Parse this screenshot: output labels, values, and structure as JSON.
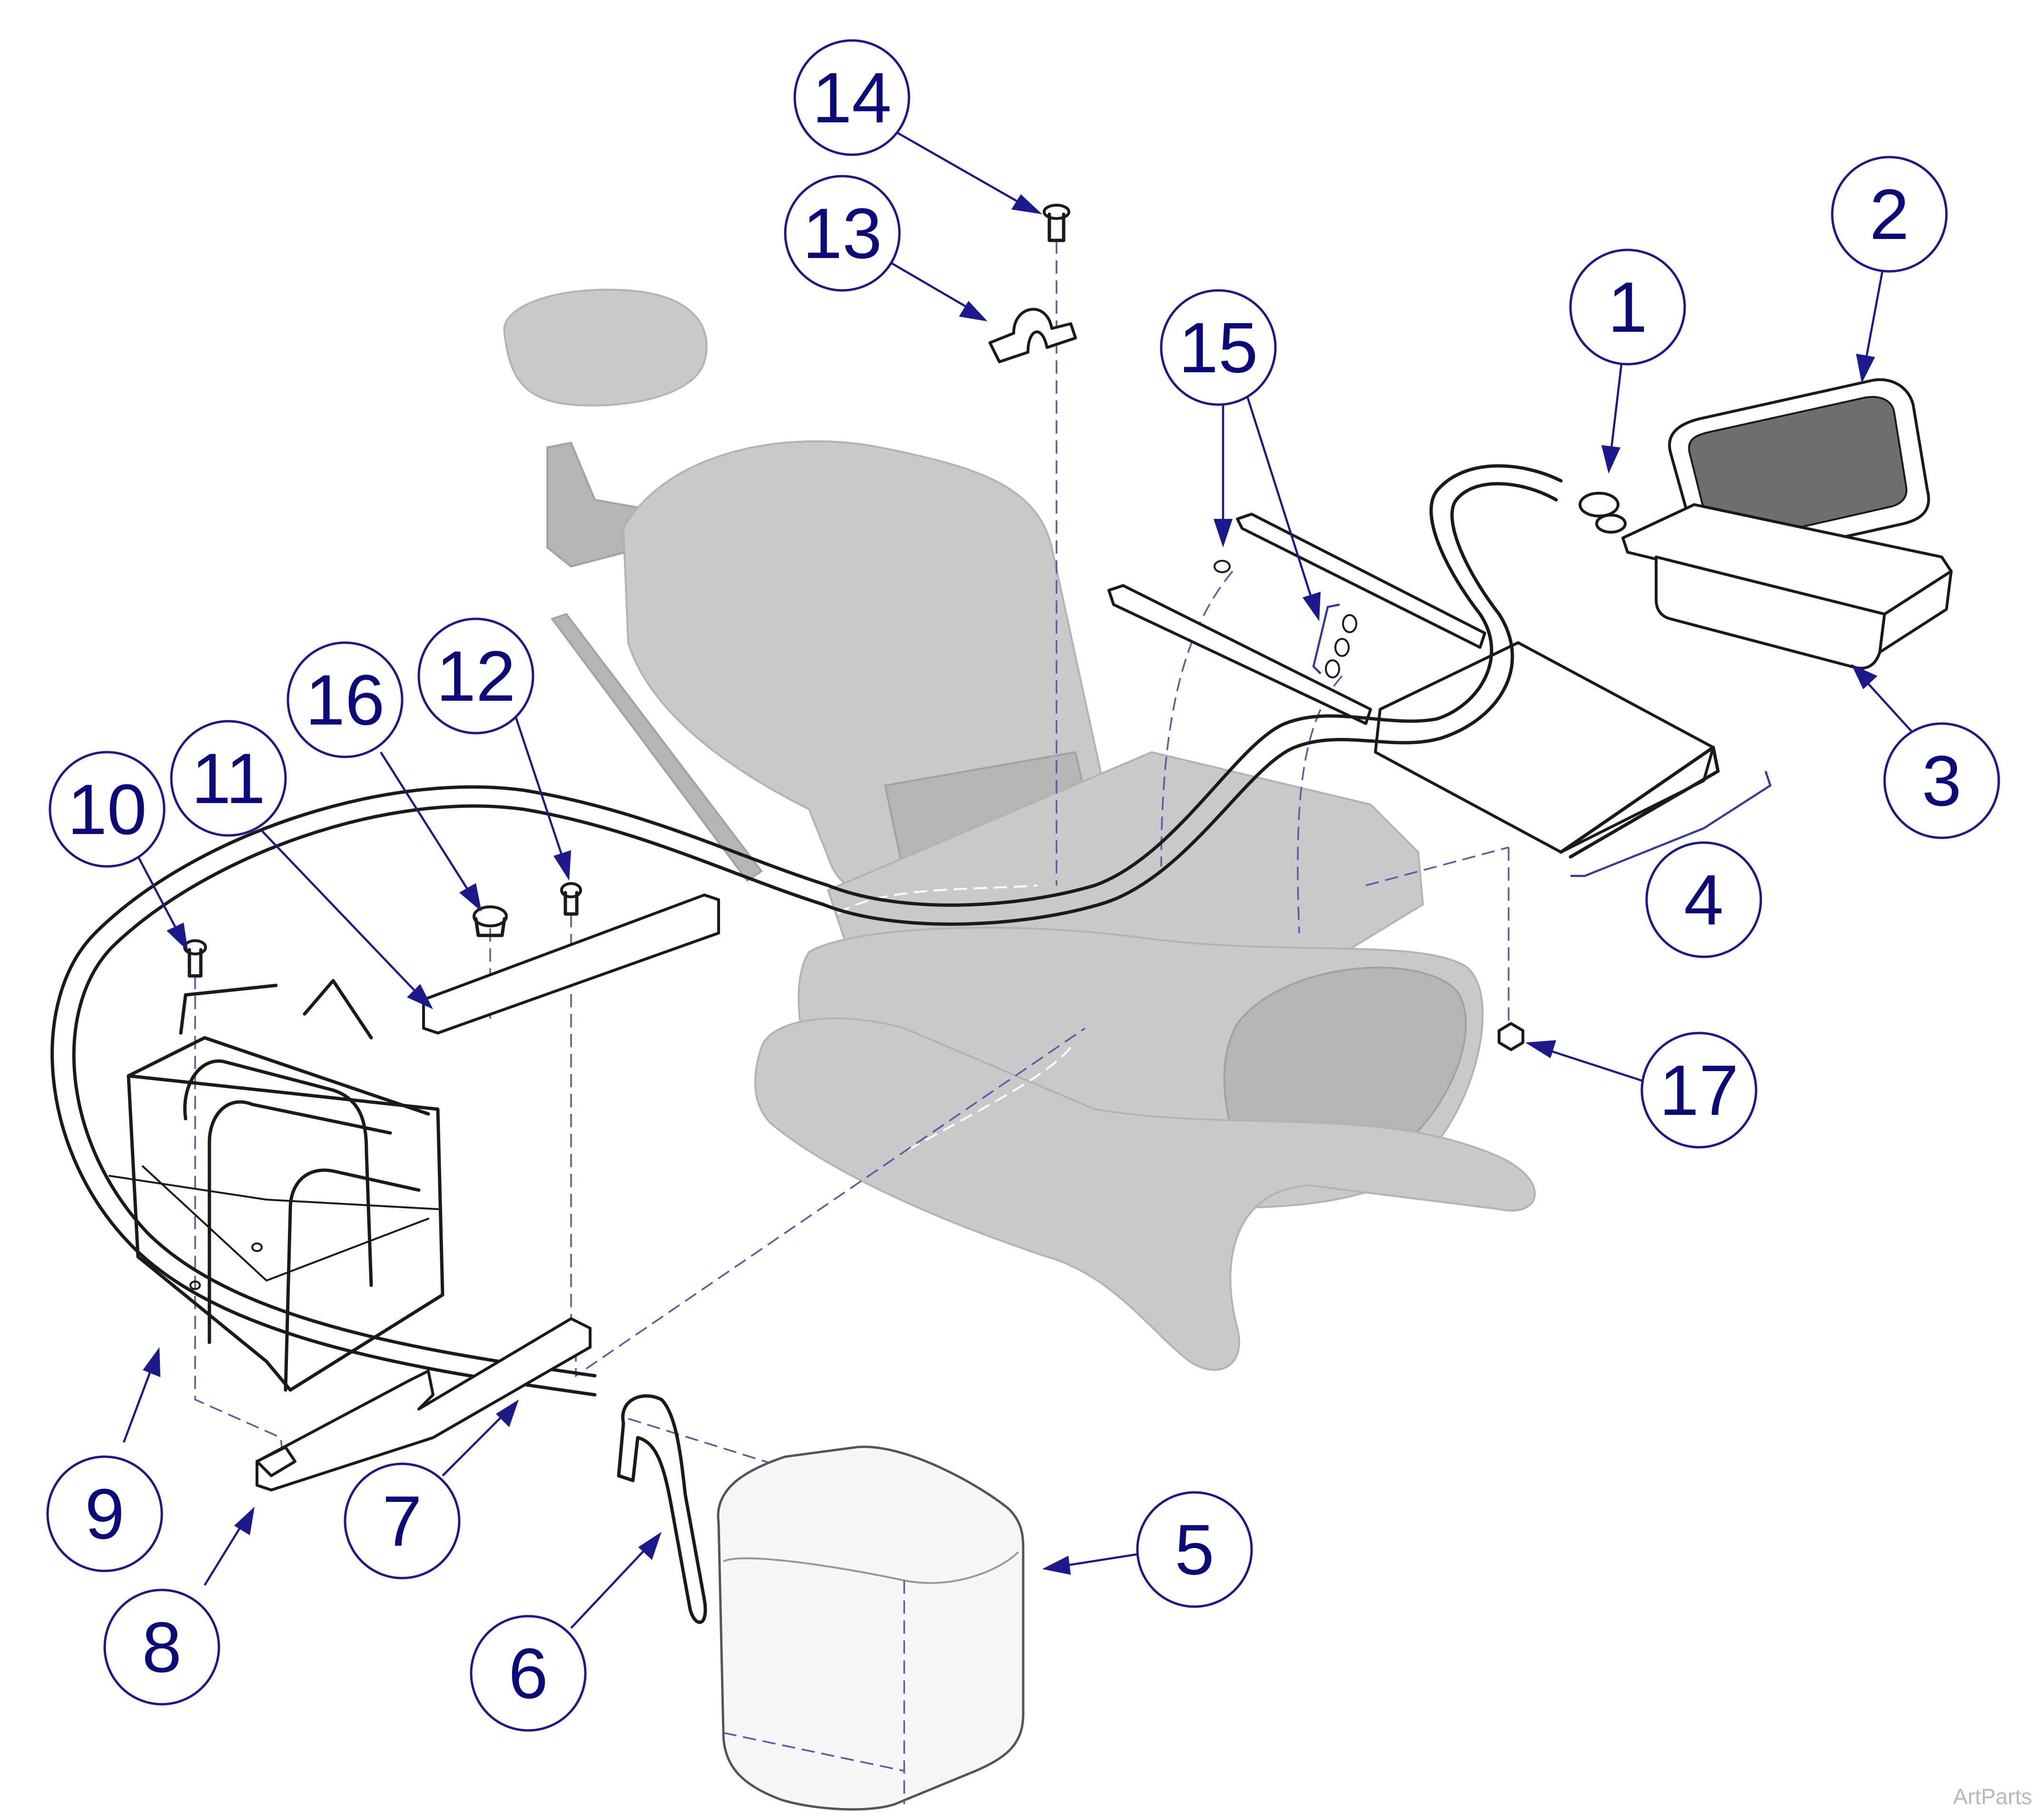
{
  "callouts": [
    {
      "id": "callout-1",
      "label": "1"
    },
    {
      "id": "callout-2",
      "label": "2"
    },
    {
      "id": "callout-3",
      "label": "3"
    },
    {
      "id": "callout-4",
      "label": "4"
    },
    {
      "id": "callout-5",
      "label": "5"
    },
    {
      "id": "callout-6",
      "label": "6"
    },
    {
      "id": "callout-7",
      "label": "7"
    },
    {
      "id": "callout-8",
      "label": "8"
    },
    {
      "id": "callout-9",
      "label": "9"
    },
    {
      "id": "callout-10",
      "label": "10"
    },
    {
      "id": "callout-11",
      "label": "11"
    },
    {
      "id": "callout-12",
      "label": "12"
    },
    {
      "id": "callout-13",
      "label": "13"
    },
    {
      "id": "callout-14",
      "label": "14"
    },
    {
      "id": "callout-15",
      "label": "15"
    },
    {
      "id": "callout-16",
      "label": "16"
    },
    {
      "id": "callout-17",
      "label": "17"
    }
  ],
  "watermark": "ArtParts",
  "colors": {
    "callout_stroke": "#1a1a8c",
    "callout_text": "#0a0a7a",
    "chair_gray": "#c9c9c9",
    "line_art": "#1a1a1a",
    "assembly_dash": "#5a5aa8"
  }
}
